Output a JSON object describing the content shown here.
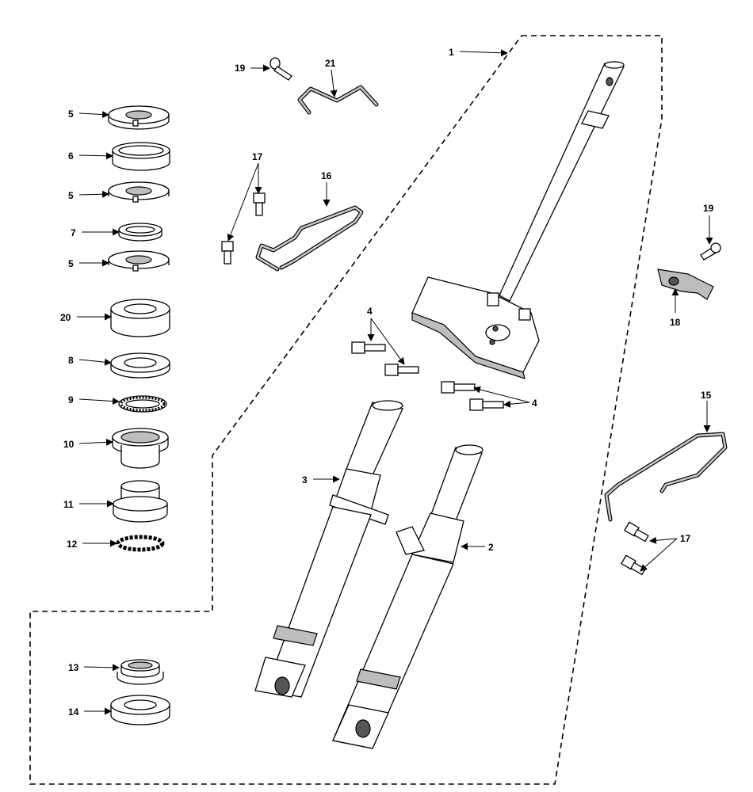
{
  "labels": {
    "p1": "1",
    "p2": "2",
    "p3": "3",
    "p4a": "4",
    "p4b": "4",
    "p5a": "5",
    "p5b": "5",
    "p5c": "5",
    "p6": "6",
    "p7": "7",
    "p8": "8",
    "p9": "9",
    "p10": "10",
    "p11": "11",
    "p12": "12",
    "p13": "13",
    "p14": "14",
    "p15": "15",
    "p16": "16",
    "p17a": "17",
    "p17b": "17",
    "p18": "18",
    "p19a": "19",
    "p19b": "19",
    "p20": "20",
    "p21": "21"
  },
  "colors": {
    "line": "#000000",
    "background": "#ffffff",
    "shade": "#bdbdbd"
  }
}
